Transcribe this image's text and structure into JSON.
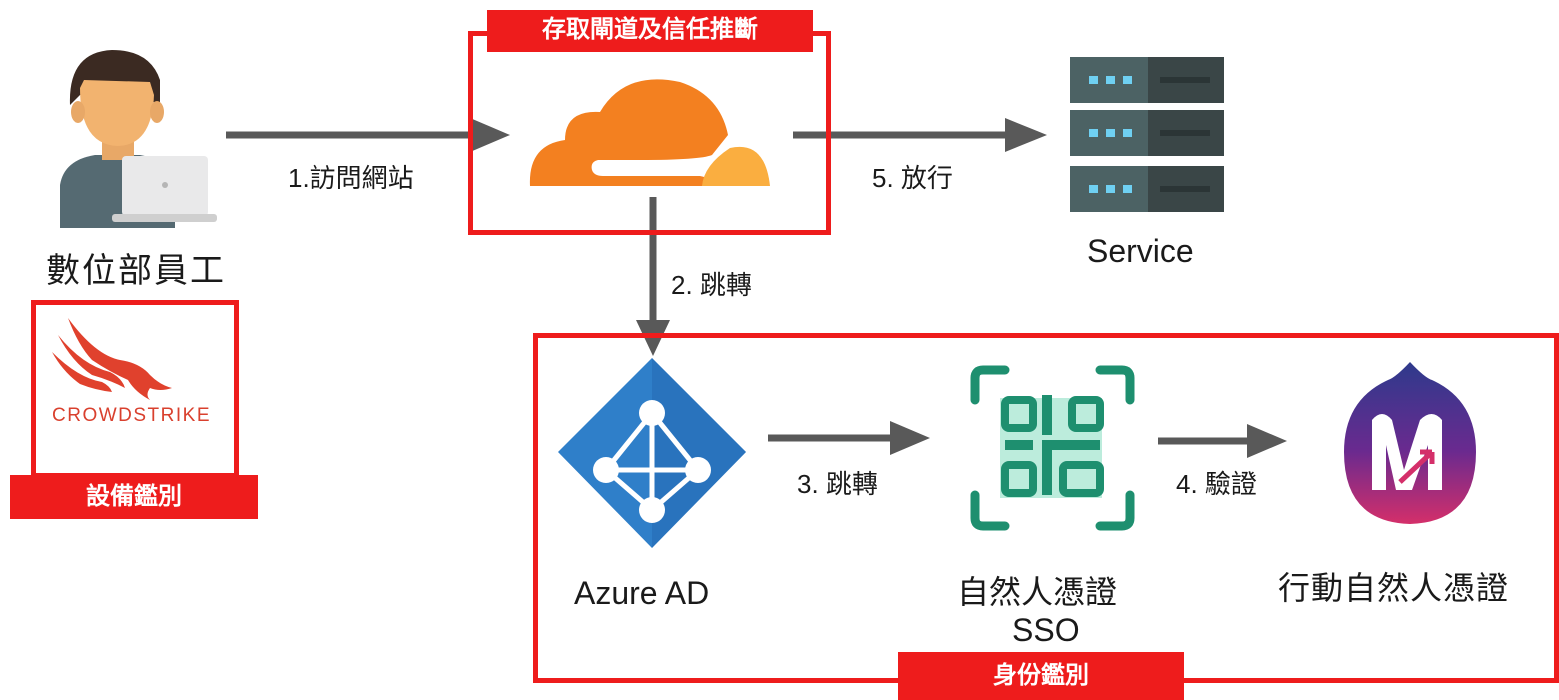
{
  "gateway": {
    "title": "存取閘道及信任推斷"
  },
  "employee": {
    "label": "數位部員工"
  },
  "device_check": {
    "brand": "CROWDSTRIKE",
    "tag": "設備鑑別"
  },
  "service": {
    "label": "Service"
  },
  "identity": {
    "tag": "身份鑑別",
    "azure_label": "Azure AD",
    "sso_label_line1": "自然人憑證",
    "sso_label_line2": "SSO",
    "mobile_label": "行動自然人憑證"
  },
  "steps": {
    "s1": "1.訪問網站",
    "s2": "2. 跳轉",
    "s3": "3. 跳轉",
    "s4": "4. 驗證",
    "s5": "5. 放行"
  },
  "colors": {
    "accent_red": "#ee1c1c",
    "arrow": "#595959",
    "cloudflare_orange": "#f38020",
    "cloudflare_light": "#faae40",
    "azure_blue": "#2f7fc9",
    "qr_green": "#1e8f6f",
    "server_dark": "#3b4a4c"
  },
  "icons": [
    "user-laptop-icon",
    "cloudflare-cloud-icon",
    "server-rack-icon",
    "crowdstrike-falcon-icon",
    "azure-ad-icon",
    "qr-code-icon",
    "mobile-id-logo-icon"
  ]
}
